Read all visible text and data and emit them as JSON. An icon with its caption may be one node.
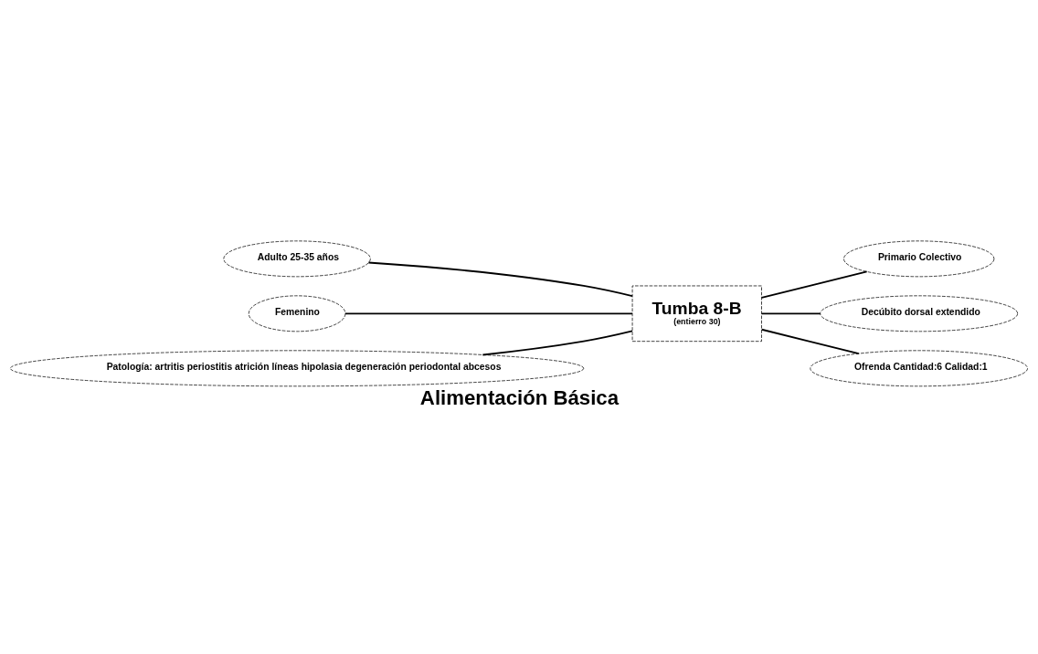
{
  "diagram": {
    "caption": "Alimentación Básica",
    "nodes": [
      {
        "text": [
          "Adulto 25-35 años"
        ]
      },
      {
        "text": [
          "Femenino"
        ]
      },
      {
        "text": [
          "Patología: artritis periostitis atrición líneas hipolasia degeneración periodontal abcesos"
        ]
      },
      {
        "text": [
          "Tumba 8-B",
          "(entierro 30)"
        ]
      },
      {
        "text": [
          "Primario Colectivo"
        ]
      },
      {
        "text": [
          "Decúbito dorsal extendido"
        ]
      },
      {
        "text": [
          "Ofrenda Cantidad:6 Calidad:1"
        ]
      }
    ],
    "edges": [
      {
        "from": 0,
        "to": 3,
        "arrow": "none"
      },
      {
        "from": 1,
        "to": 3,
        "arrow": "none"
      },
      {
        "from": 2,
        "to": 3,
        "arrow": "none"
      },
      {
        "from": 3,
        "to": 4,
        "arrow": "none"
      },
      {
        "from": 3,
        "to": 5,
        "arrow": "none"
      },
      {
        "from": 3,
        "to": 6,
        "arrow": "none"
      }
    ]
  }
}
